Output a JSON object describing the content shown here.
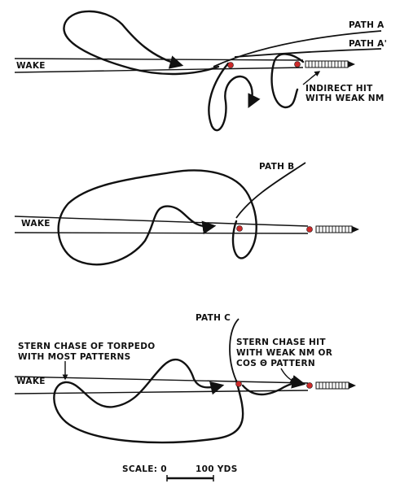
{
  "labels": {
    "path_a": "PATH A",
    "path_a_prime": "PATH A'",
    "wake1": "WAKE",
    "indirect_hit_1": "INDIRECT HIT",
    "indirect_hit_2": "WITH WEAK NM",
    "path_b": "PATH B",
    "wake2": "WAKE",
    "path_c": "PATH C",
    "stern_chase_torpedo_1": "STERN CHASE OF TORPEDO",
    "stern_chase_torpedo_2": "WITH MOST PATTERNS",
    "stern_chase_hit_1": "STERN CHASE HIT",
    "stern_chase_hit_2": "WITH WEAK NM OR",
    "stern_chase_hit_3": "COS Θ PATTERN",
    "wake3": "WAKE",
    "scale_label": "SCALE: 0",
    "scale_value": "100 YDS"
  },
  "colors": {
    "ink": "#111111",
    "target_dot": "#cc2a2a"
  }
}
